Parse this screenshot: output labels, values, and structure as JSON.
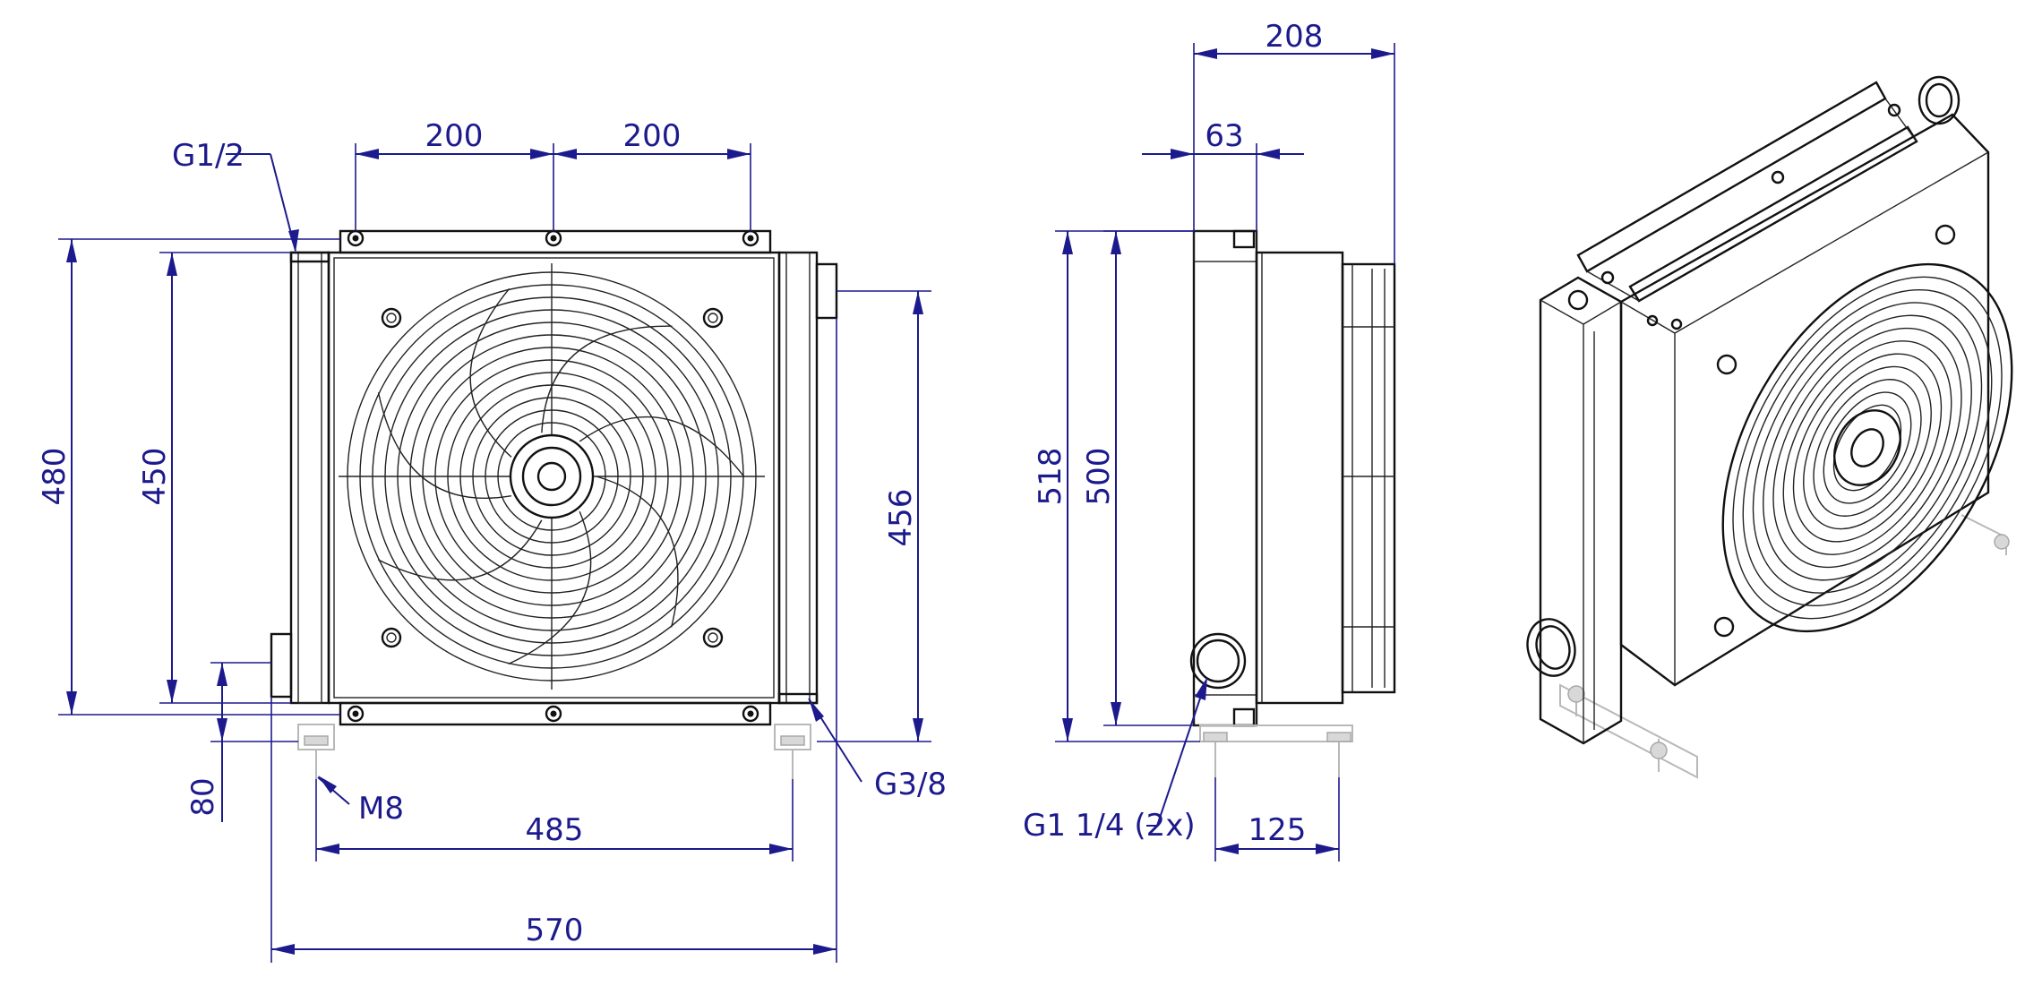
{
  "front_view": {
    "dimensions": {
      "top_bolt_spacing_left": "200",
      "top_bolt_spacing_right": "200",
      "overall_height": "480",
      "core_height": "450",
      "right_height": "456",
      "outlet_height": "80",
      "foot_spacing": "485",
      "overall_width": "570"
    },
    "callouts": {
      "top_port": "G1/2",
      "bottom_port": "G3/8",
      "foot_thread": "M8"
    }
  },
  "side_view": {
    "dimensions": {
      "overall_depth": "208",
      "flange_depth": "63",
      "overall_height": "518",
      "body_height": "500",
      "foot_spacing": "125"
    },
    "callouts": {
      "main_port": "G1 1/4 (2x)"
    }
  },
  "colors": {
    "dimension": "#1c1a8c",
    "drawing": "#111111",
    "feet": "#b8b8b8"
  }
}
